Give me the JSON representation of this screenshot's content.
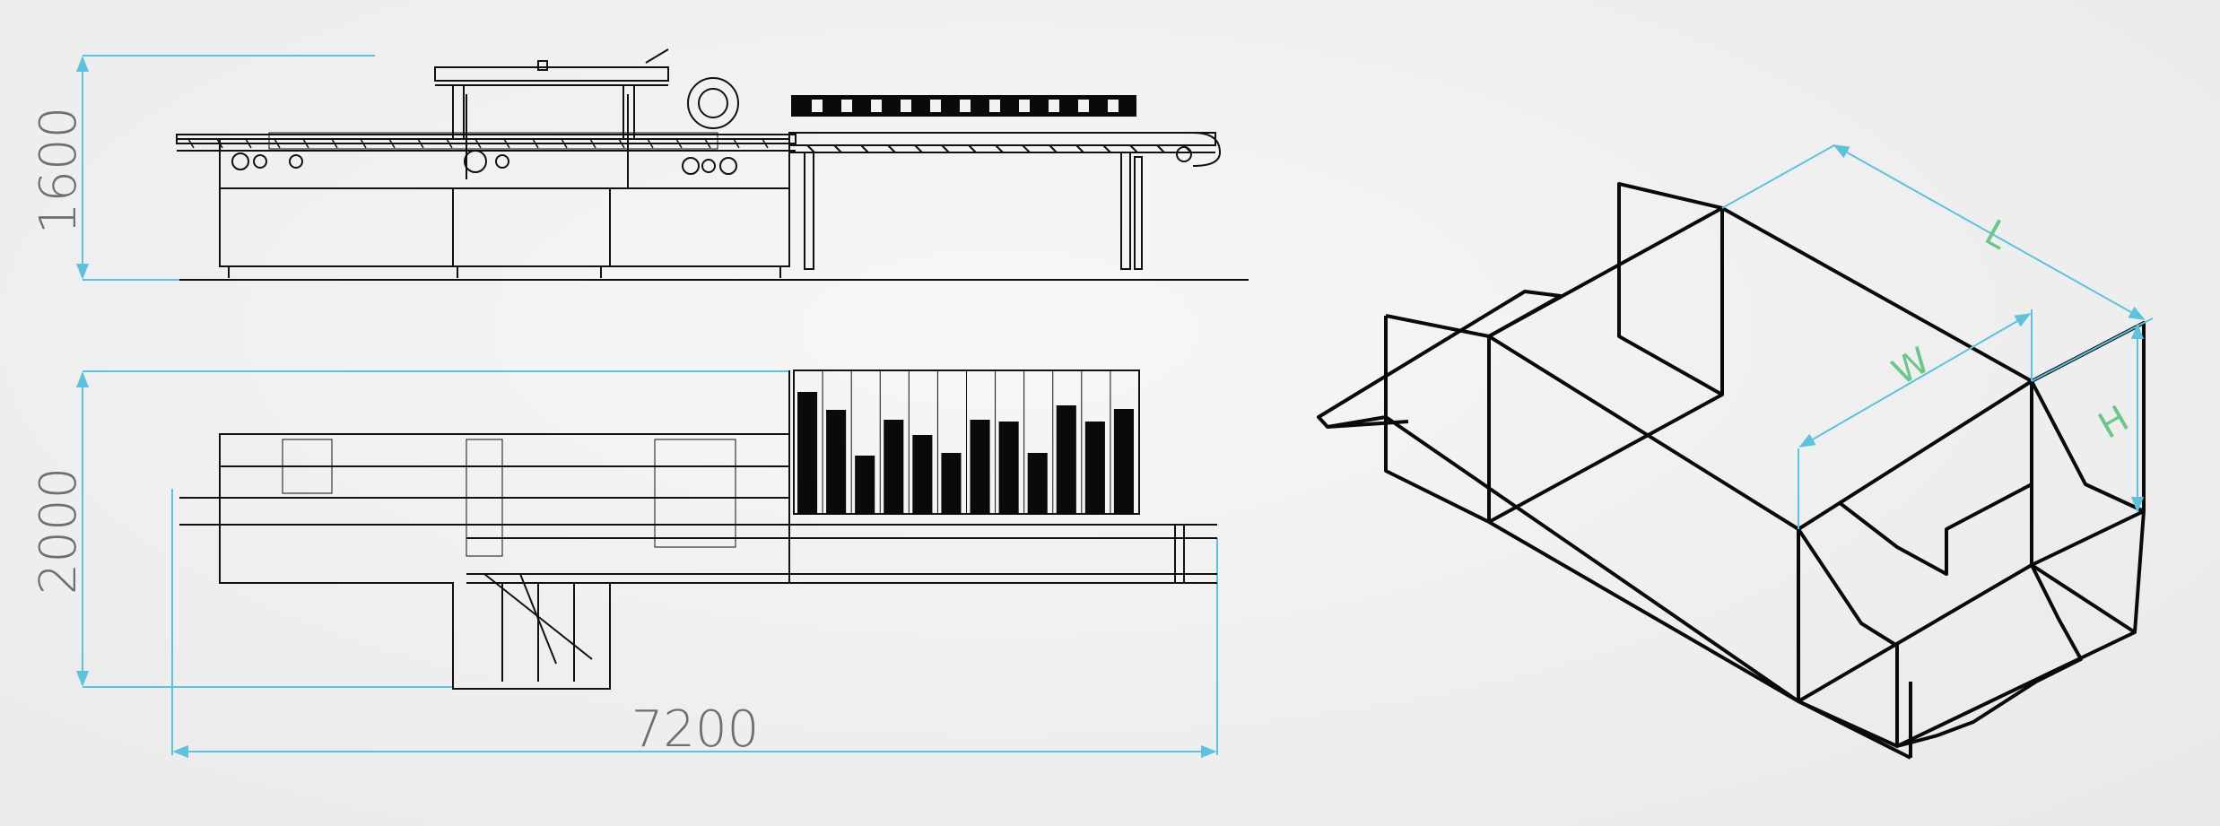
{
  "drawing": {
    "height_value": "1600",
    "width_value": "2000",
    "length_value": "7200"
  },
  "box": {
    "length_label": "L",
    "width_label": "W",
    "height_label": "H"
  },
  "colors": {
    "dimension": "#5fc2dc",
    "box_label": "#6cc68a",
    "ink": "#111111",
    "dim_text": "#6f6f6f"
  }
}
